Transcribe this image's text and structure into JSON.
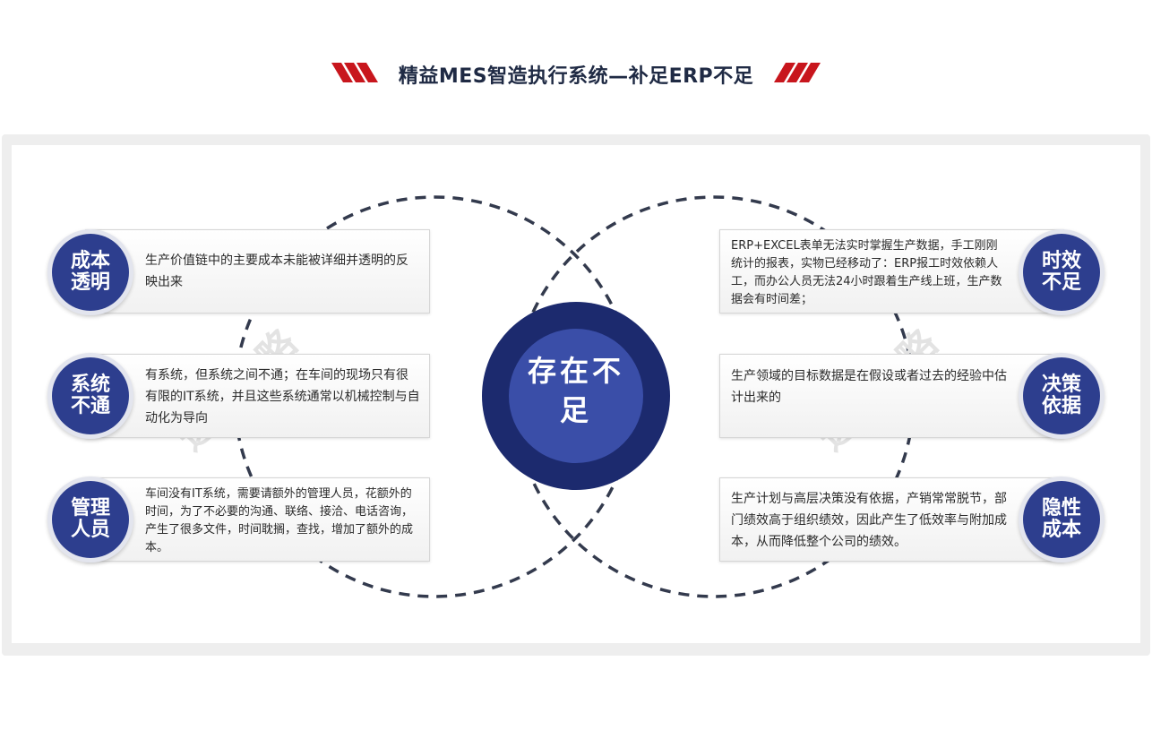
{
  "title": "精益MES智造执行系统—补足ERP不足",
  "colors": {
    "accent_red": "#c8161d",
    "navy": "#2d3e8e",
    "navy_dark": "#1c2a6e",
    "dash": "#333a4d"
  },
  "center": {
    "label": "存在不足"
  },
  "watermark": "远大方略",
  "left_items": [
    {
      "badge": "成本透明",
      "text": "生产价值链中的主要成本未能被详细并透明的反映出来"
    },
    {
      "badge": "系统不通",
      "text": "有系统，但系统之间不通；在车间的现场只有很有限的IT系统，并且这些系统通常以机械控制与自动化为导向"
    },
    {
      "badge": "管理人员",
      "text": "车间没有IT系统，需要请额外的管理人员，花额外的时间，为了不必要的沟通、联络、接洽、电话咨询，产生了很多文件，时间耽搁，查找，增加了额外的成本。"
    }
  ],
  "right_items": [
    {
      "badge": "时效不足",
      "text": "ERP+EXCEL表单无法实时掌握生产数据，手工刚刚统计的报表，实物已经移动了：ERP报工时效依赖人工，而办公人员无法24小时跟着生产线上班，生产数据会有时间差；"
    },
    {
      "badge": "决策依据",
      "text": "生产领域的目标数据是在假设或者过去的经验中估计出来的"
    },
    {
      "badge": "隐性成本",
      "text": "生产计划与高层决策没有依据，产销常常脱节，部门绩效高于组织绩效，因此产生了低效率与附加成本，从而降低整个公司的绩效。"
    }
  ]
}
